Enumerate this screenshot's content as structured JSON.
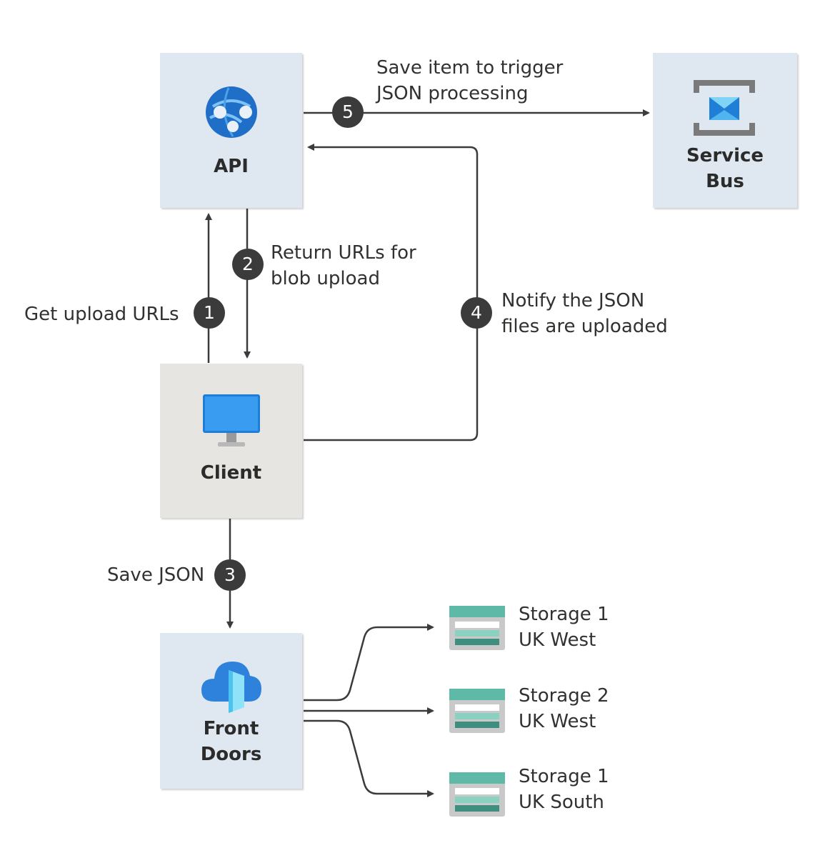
{
  "nodes": {
    "api": {
      "label": "API"
    },
    "service_bus": {
      "label_line1": "Service",
      "label_line2": "Bus"
    },
    "client": {
      "label": "Client"
    },
    "front_doors": {
      "label_line1": "Front",
      "label_line2": "Doors"
    }
  },
  "steps": {
    "step1": {
      "number": "1",
      "text": "Get upload URLs"
    },
    "step2": {
      "number": "2",
      "text_line1": "Return URLs for",
      "text_line2": "blob upload"
    },
    "step3": {
      "number": "3",
      "text": "Save JSON"
    },
    "step4": {
      "number": "4",
      "text_line1": "Notify the JSON",
      "text_line2": "files are uploaded"
    },
    "step5": {
      "number": "5",
      "text_line1": "Save item to trigger",
      "text_line2": "JSON processing"
    }
  },
  "storages": [
    {
      "line1": "Storage 1",
      "line2": "UK West"
    },
    {
      "line1": "Storage 2",
      "line2": "UK West"
    },
    {
      "line1": "Storage 1",
      "line2": "UK South"
    }
  ],
  "icons": {
    "api": "app-service-globe-icon",
    "service_bus": "service-bus-envelope-icon",
    "client": "monitor-icon",
    "front_doors": "front-door-cloud-icon",
    "storage": "storage-account-icon"
  },
  "colors": {
    "blue_node": "#dfe8f0",
    "grey_node": "#e6e5e1",
    "badge": "#3b3b3b",
    "connector": "#3b3b3b",
    "storage_teal": "#5fb9a7"
  }
}
